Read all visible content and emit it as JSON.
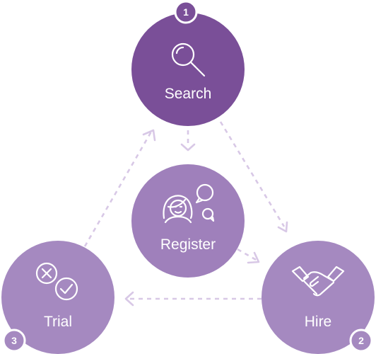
{
  "nodes": {
    "search": {
      "label": "Search",
      "step": "1",
      "fill": "#7a4f98",
      "icon": "magnifier-icon"
    },
    "hire": {
      "label": "Hire",
      "step": "2",
      "fill": "#a589c0",
      "icon": "handshake-icon"
    },
    "trial": {
      "label": "Trial",
      "step": "3",
      "fill": "#a589c0",
      "icon": "accept-reject-icon"
    },
    "register": {
      "label": "Register",
      "fill": "#9f80bb",
      "icon": "chat-person-icon"
    }
  },
  "colors": {
    "primary": "#7a4f98",
    "secondary": "#a589c0",
    "center": "#9f80bb",
    "arrow": "#d8c8e6"
  }
}
